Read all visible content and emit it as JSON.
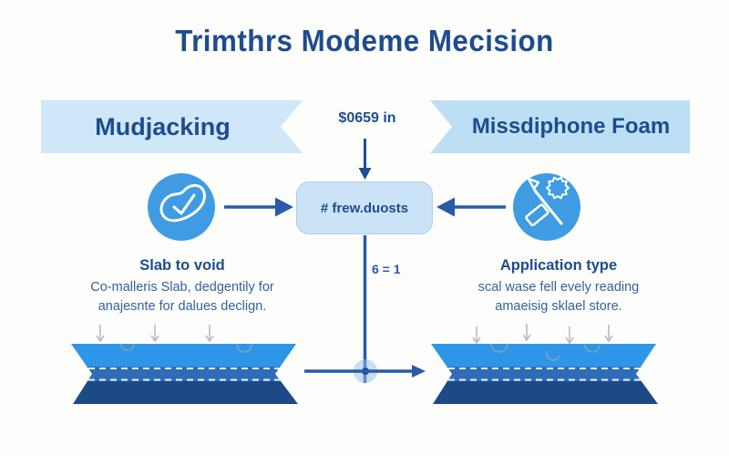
{
  "title": "Trimthrs Modeme Mecision",
  "center": {
    "price_label": "$0659 in",
    "box_label": "# frew.duosts",
    "ratio_label": "6 = 1"
  },
  "left_column": {
    "banner_label": "Mudjacking",
    "icon": "check-blob-icon",
    "section_heading": "Slab to void",
    "body_lines": [
      "Co-malleris Slab, dedgentily for",
      "anajesnte for dalues declign."
    ]
  },
  "right_column": {
    "banner_label": "Missdiphone Foam",
    "icon": "injection-tool-icon",
    "section_heading": "Application type",
    "body_lines": [
      "scal wase fell evely reading",
      "amaeisig sklael store."
    ]
  },
  "colors": {
    "title_navy": "#1d4c8f",
    "banner_left_fill": "#cfe7f8",
    "banner_right_fill": "#bddff5",
    "icon_circle_fill": "#3f9ce3",
    "center_box_fill": "#cbe3f6",
    "arrow_blue": "#2a5aa8",
    "slab_top_blue": "#2e96e8",
    "slab_mid_blue": "#2f6cb8",
    "slab_dark_blue": "#1c4a87",
    "gray_arrow": "#b7bcc3",
    "background": "#fdfdfb"
  }
}
